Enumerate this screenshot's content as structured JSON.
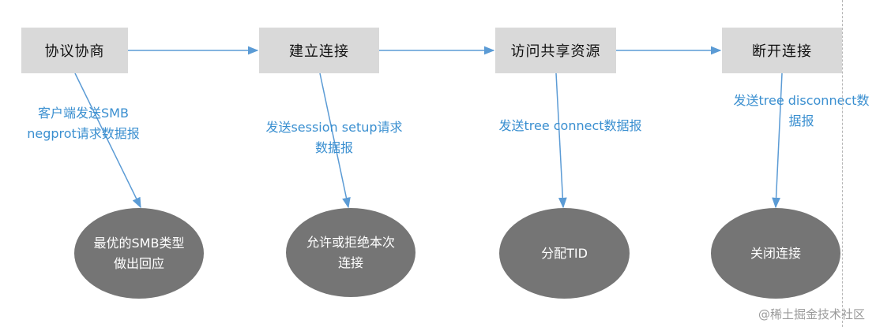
{
  "colors": {
    "box": "#d9d9d9",
    "ellipse": "#757575",
    "arrow": "#5b9bd5",
    "note": "#3a8fd0"
  },
  "steps": [
    {
      "label": "协议协商",
      "request": [
        "客户端发送SMB",
        "negprot请求数据报"
      ],
      "result": [
        "最优的SMB类型",
        "做出回应"
      ]
    },
    {
      "label": "建立连接",
      "request": [
        "发送session setup请求",
        "数据报"
      ],
      "result": [
        "允许或拒绝本次",
        "连接"
      ]
    },
    {
      "label": "访问共享资源",
      "request": [
        "发送tree connect数据报"
      ],
      "result": [
        "分配TID"
      ]
    },
    {
      "label": "断开连接",
      "request": [
        "发送tree disconnect数",
        "据报"
      ],
      "result": [
        "关闭连接"
      ]
    }
  ],
  "watermark": "@稀土掘金技术社区"
}
